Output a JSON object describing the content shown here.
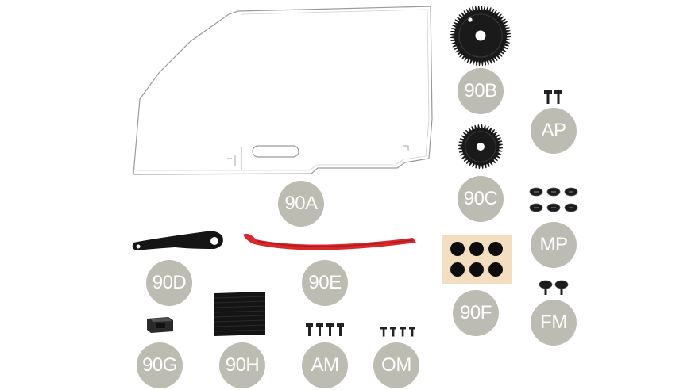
{
  "labels": {
    "door_glass": "90A",
    "gear_large": "90B",
    "gear_small": "90C",
    "lever_arm": "90D",
    "red_guide": "90E",
    "pad_sheet": "90F",
    "small_clip": "90G",
    "black_pad": "90H",
    "screws_am": "AM",
    "screws_om": "OM",
    "screws_ap": "AP",
    "screws_mp": "MP",
    "screws_fm": "FM"
  },
  "colors": {
    "label_bg": "#bcbcb3",
    "label_text": "#ffffff",
    "gear": "#1a1a1a",
    "red_guide": "#d9272a",
    "pad_sheet": "#f3dfc0",
    "outline": "#9a9a9a"
  },
  "icons": {
    "screw": "screw-icon",
    "gear": "gear-icon"
  }
}
